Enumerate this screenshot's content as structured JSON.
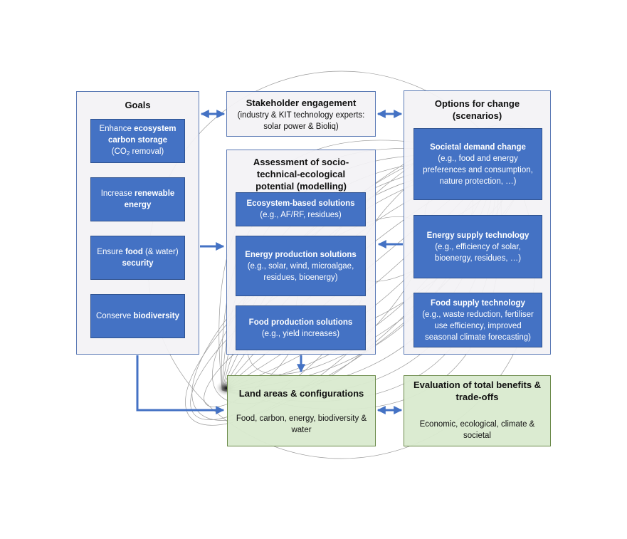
{
  "goals": {
    "title": "Goals",
    "items": [
      {
        "pre": "Enhance ",
        "bold": "ecosystem carbon storage",
        "post": "",
        "note_pre": "(CO",
        "note_sub": "2",
        "note_post": " removal)"
      },
      {
        "pre": "Increase ",
        "bold": "renewable energy",
        "post": ""
      },
      {
        "pre": "Ensure ",
        "bold": "food",
        "post": " (& water) ",
        "bold2": "security"
      },
      {
        "pre": "Conserve ",
        "bold": "biodiversity",
        "post": ""
      }
    ]
  },
  "stakeholder": {
    "title": "Stakeholder engagement",
    "text": "(industry & KIT technology experts: solar power & Bioliq)"
  },
  "assessment": {
    "title": "Assessment of socio-technical-ecological potential (modelling)",
    "items": [
      {
        "title": "Ecosystem-based solutions",
        "text": "(e.g., AF/RF, residues)"
      },
      {
        "title": "Energy production solutions",
        "text": "(e.g., solar, wind, microalgae, residues, bioenergy)"
      },
      {
        "title": "Food production solutions",
        "text": "(e.g., yield increases)"
      }
    ]
  },
  "options": {
    "title": "Options for change (scenarios)",
    "items": [
      {
        "title": "Societal demand change",
        "text": "(e.g., food and energy preferences and consumption, nature protection, …)"
      },
      {
        "title": "Energy supply technology",
        "text": "(e.g., efficiency of solar, bioenergy, residues, …)"
      },
      {
        "title": "Food supply technology",
        "text": "(e.g., waste reduction, fertiliser use efficiency, improved seasonal climate forecasting)"
      }
    ]
  },
  "land": {
    "title": "Land areas & configurations",
    "text": "Food, carbon, energy, biodiversity & water"
  },
  "evaluation": {
    "title": "Evaluation of total benefits & trade-offs",
    "text": "Economic, ecological, climate & societal"
  },
  "colors": {
    "box_fill": "#4472c4",
    "panel_fill": "#f3f2f5",
    "panel_border": "#5b7ab5",
    "green_fill": "#d9eacf",
    "arrow": "#4472c4"
  }
}
